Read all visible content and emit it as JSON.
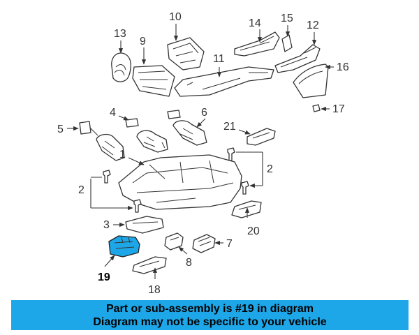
{
  "labels": {
    "p1": "1",
    "p2a": "2",
    "p2b": "2",
    "p3": "3",
    "p4": "4",
    "p5": "5",
    "p6": "6",
    "p7": "7",
    "p8": "8",
    "p9": "9",
    "p10": "10",
    "p11": "11",
    "p12": "12",
    "p13": "13",
    "p14": "14",
    "p15": "15",
    "p16": "16",
    "p17": "17",
    "p18": "18",
    "p19": "19",
    "p20": "20",
    "p21": "21"
  },
  "highlight_part": "19",
  "colors": {
    "highlight": "#1ea7e8",
    "banner": "#1ea7e8",
    "line": "#333333"
  },
  "banner": {
    "line1": "Part or sub-assembly is #19 in diagram",
    "line2": "Diagram may not be specific to your vehicle"
  }
}
